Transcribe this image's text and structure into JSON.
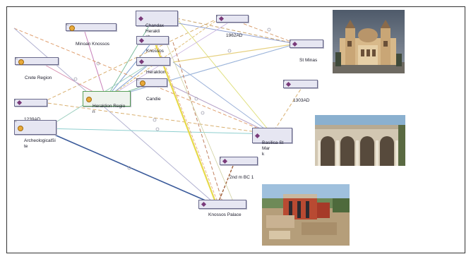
{
  "nodes": {
    "chandax": {
      "label": "Chandax Herakli\nsh",
      "kind": "individual"
    },
    "minoan_knossos": {
      "label": "Minoan Knossos",
      "kind": "class"
    },
    "ad1962": {
      "label": "1962AD",
      "kind": "individual"
    },
    "knossos": {
      "label": "Knossos",
      "kind": "individual"
    },
    "st_minas": {
      "label": "St Minas",
      "kind": "individual"
    },
    "crete_region": {
      "label": "Crete Region",
      "kind": "class"
    },
    "heraklion": {
      "label": "Heraklion",
      "kind": "individual"
    },
    "candie": {
      "label": "Candie",
      "kind": "class"
    },
    "ad1303": {
      "label": "1303AD",
      "kind": "individual"
    },
    "heraklion_region": {
      "label": "Heraklion Regio\nn",
      "kind": "class"
    },
    "ad1239": {
      "label": "1239AD",
      "kind": "individual"
    },
    "arch_site": {
      "label": "ArcheologicalSi\nte",
      "kind": "class"
    },
    "basilica": {
      "label": "Basilica St Mar\nk",
      "kind": "individual"
    },
    "bc2nd": {
      "label": "2nd m BC 1",
      "kind": "individual"
    },
    "knossos_palace": {
      "label": "Knossos Palace",
      "kind": "individual"
    }
  },
  "photos": {
    "church": "church-photo",
    "basilica": "basilica-photo",
    "palace": "knossos-palace-photo"
  },
  "colors": {
    "node_fill": "#e6e6f2",
    "individual_marker": "#7a3a7a",
    "class_marker": "#e8a93a",
    "selected_border": "#5aa05a"
  }
}
